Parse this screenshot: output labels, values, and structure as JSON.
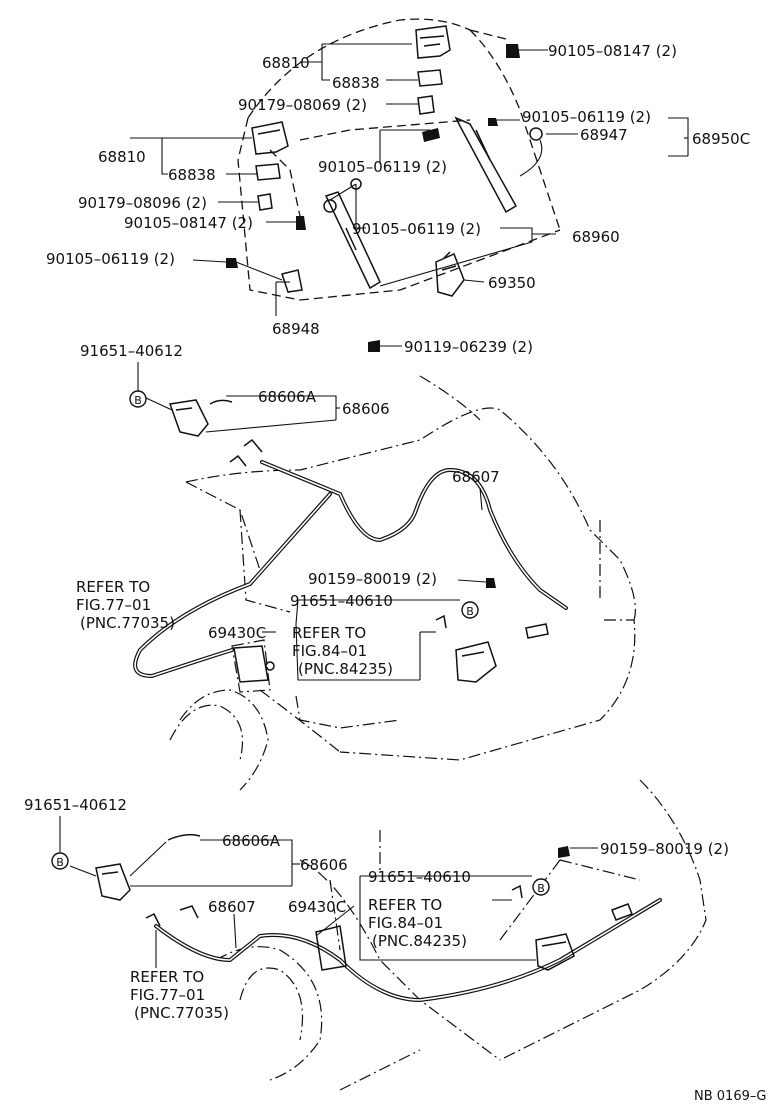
{
  "labels": {
    "p68810_a": "68810",
    "p68838_a": "68838",
    "p90105_08147_a": "90105–08147 (2)",
    "p90179_08069": "90179–08069 (2)",
    "p90105_06119_a": "90105–06119 (2)",
    "p68947": "68947",
    "p68950c": "68950C",
    "p68810_b": "68810",
    "p90105_06119_b": "90105–06119 (2)",
    "p68838_b": "68838",
    "p90179_08096": "90179–08096 (2)",
    "p90105_08147_b": "90105–08147 (2)",
    "p90105_06119_c": "90105–06119 (2)",
    "p68960": "68960",
    "p90105_06119_d": "90105–06119 (2)",
    "p69350": "69350",
    "p68948": "68948",
    "p90119_06239": "90119–06239 (2)",
    "p91651_40612_a": "91651–40612",
    "p68606a_a": "68606A",
    "p68606_a": "68606",
    "p68607_a": "68607",
    "p90159_80019_a": "90159–80019 (2)",
    "refer77_a_1": "REFER TO",
    "refer77_a_2": "FIG.77–01",
    "refer77_a_3": "(PNC.77035)",
    "p91651_40610_a": "91651–40610",
    "p69430c_a": "69430C",
    "refer84_a_1": "REFER TO",
    "refer84_a_2": "FIG.84–01",
    "refer84_a_3": "(PNC.84235)",
    "p91651_40612_b": "91651–40612",
    "p68606a_b": "68606A",
    "p68606_b": "68606",
    "p90159_80019_b": "90159–80019 (2)",
    "p68607_b": "68607",
    "p69430c_b": "69430C",
    "p91651_40610_b": "91651–40610",
    "refer84_b_1": "REFER TO",
    "refer84_b_2": "FIG.84–01",
    "refer84_b_3": "(PNC.84235)",
    "refer77_b_1": "REFER TO",
    "refer77_b_2": "FIG.77–01",
    "refer77_b_3": "(PNC.77035)",
    "ref_code": "NB 0169–G"
  },
  "badge_text": "B"
}
